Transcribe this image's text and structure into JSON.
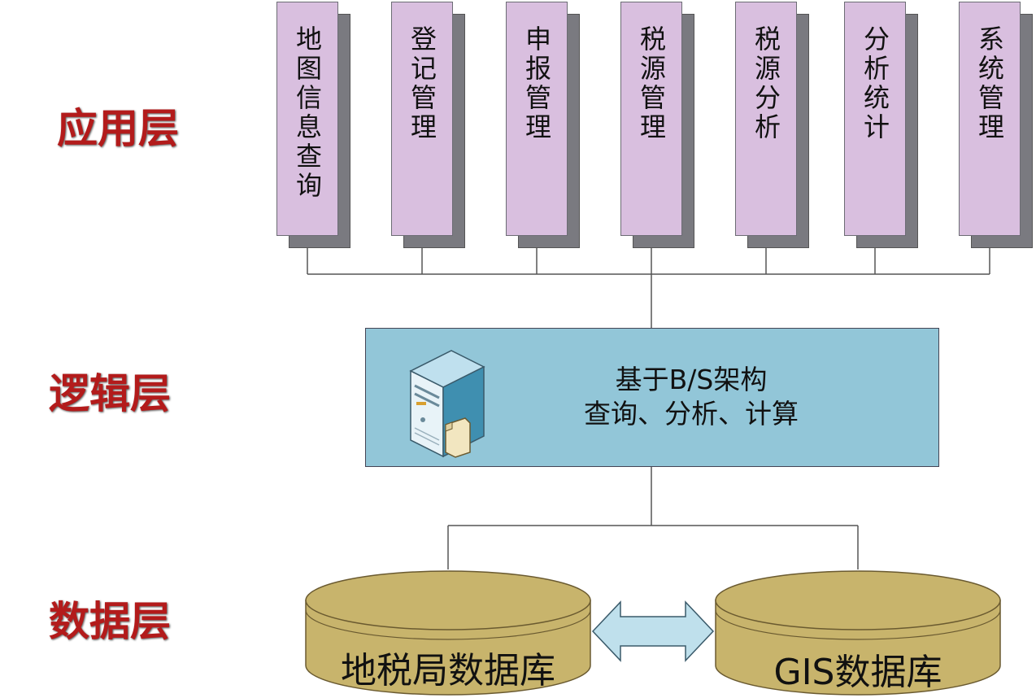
{
  "layers": {
    "application": "应用层",
    "logic": "逻辑层",
    "data": "数据层"
  },
  "modules": [
    {
      "label": "地图信息查询"
    },
    {
      "label": "登记管理"
    },
    {
      "label": "申报管理"
    },
    {
      "label": "税源管理"
    },
    {
      "label": "税源分析"
    },
    {
      "label": "分析统计"
    },
    {
      "label": "系统管理"
    }
  ],
  "logic_box": {
    "line1": "基于B/S架构",
    "line2": "查询、分析、计算"
  },
  "databases": {
    "left": "地税局数据库",
    "right": "GIS数据库"
  },
  "icons": {
    "server": "server-icon",
    "sync": "double-arrow-icon"
  },
  "colors": {
    "layer_label": "#b31b1b",
    "module_fill": "#d9bfdf",
    "logic_fill": "#92c6d8",
    "db_fill": "#c8b46c"
  }
}
